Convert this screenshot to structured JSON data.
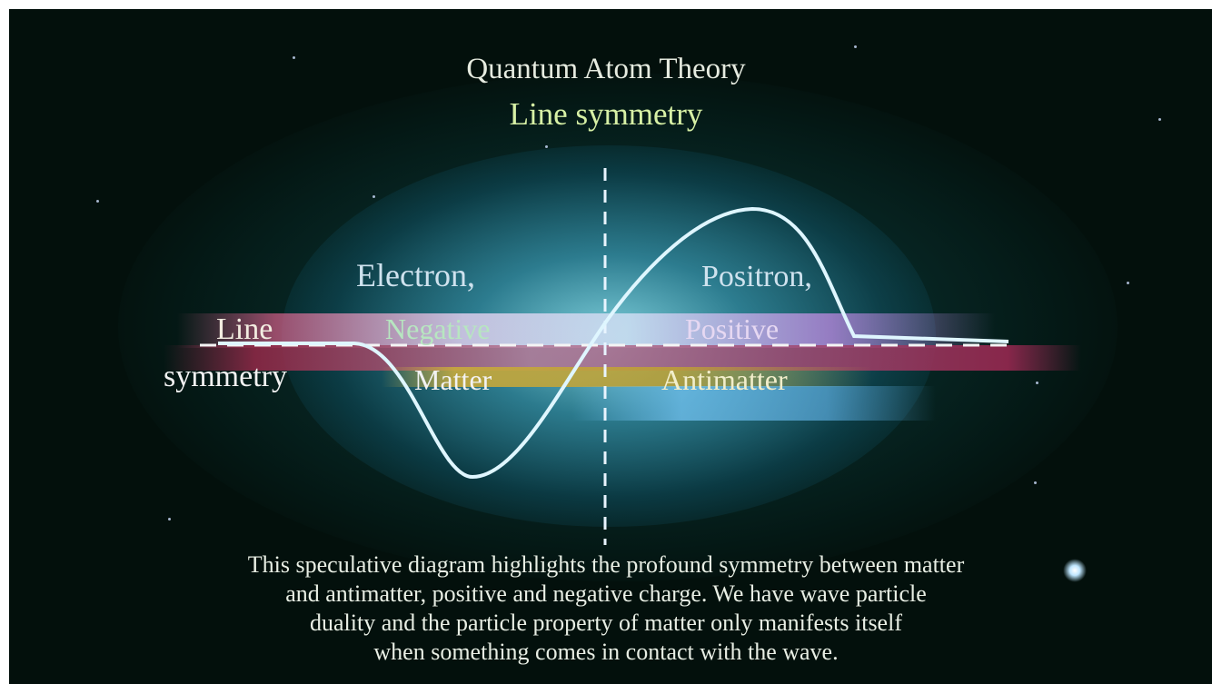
{
  "title": "Quantum Atom Theory",
  "subtitle": "Line symmetry",
  "labels": {
    "electron": "Electron,",
    "positron": "Positron,",
    "line": "Line",
    "symmetry": "symmetry",
    "negative": "Negative",
    "positive": "Positive",
    "matter": "Matter",
    "antimatter": "Antimatter"
  },
  "caption": [
    "This speculative diagram highlights the profound symmetry between matter",
    "and antimatter, positive and negative charge.  We have wave particle",
    "duality and the particle property of matter only manifests itself",
    "when something comes in contact with the wave."
  ],
  "colors": {
    "title": "#e6ebe0",
    "subtitle": "#d7f0a5",
    "wave": "#dff6ff",
    "axis": "#e8f4ff",
    "background": "#03100c"
  }
}
